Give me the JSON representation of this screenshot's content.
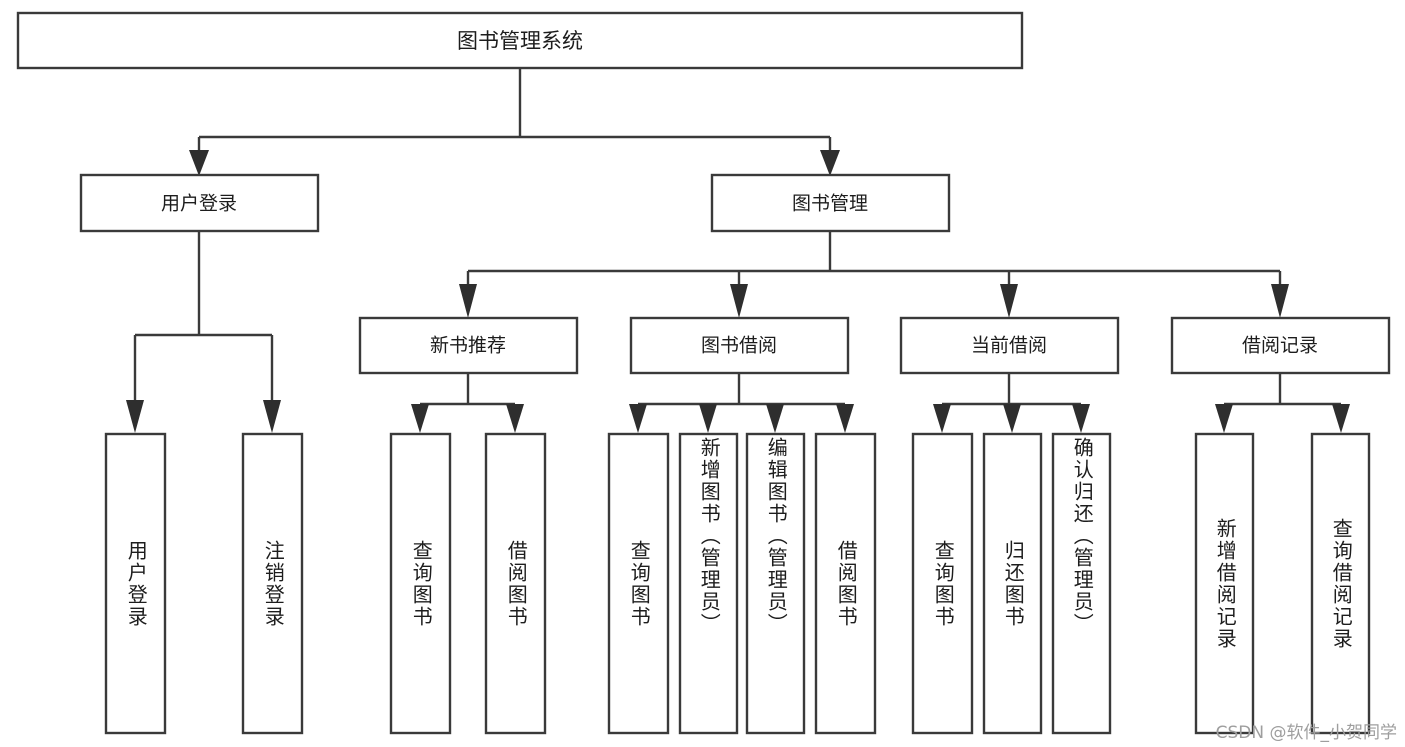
{
  "diagram": {
    "kind": "function-structure-tree",
    "root": {
      "id": "root",
      "label": "图书管理系统"
    },
    "level1": [
      {
        "id": "user-login",
        "label": "用户登录"
      },
      {
        "id": "book-manage",
        "label": "图书管理"
      }
    ],
    "level2": [
      {
        "id": "new-book-recommend",
        "label": "新书推荐",
        "parent": "book-manage"
      },
      {
        "id": "book-borrow",
        "label": "图书借阅",
        "parent": "book-manage"
      },
      {
        "id": "current-borrow",
        "label": "当前借阅",
        "parent": "book-manage"
      },
      {
        "id": "borrow-record",
        "label": "借阅记录",
        "parent": "book-manage"
      }
    ],
    "leaves": [
      {
        "id": "leaf-user-login",
        "label": "用户登录",
        "parent": "user-login"
      },
      {
        "id": "leaf-logout",
        "label": "注销登录",
        "parent": "user-login"
      },
      {
        "id": "leaf-query-book-1",
        "label": "查询图书",
        "parent": "new-book-recommend"
      },
      {
        "id": "leaf-borrow-book-1",
        "label": "借阅图书",
        "parent": "new-book-recommend"
      },
      {
        "id": "leaf-query-book-2",
        "label": "查询图书",
        "parent": "book-borrow"
      },
      {
        "id": "leaf-add-book",
        "label": "新增图书（管理员）",
        "parent": "book-borrow"
      },
      {
        "id": "leaf-edit-book",
        "label": "编辑图书（管理员）",
        "parent": "book-borrow"
      },
      {
        "id": "leaf-borrow-book-2",
        "label": "借阅图书",
        "parent": "book-borrow"
      },
      {
        "id": "leaf-query-book-3",
        "label": "查询图书",
        "parent": "current-borrow"
      },
      {
        "id": "leaf-return-book",
        "label": "归还图书",
        "parent": "current-borrow"
      },
      {
        "id": "leaf-confirm-return",
        "label": "确认归还（管理员）",
        "parent": "current-borrow"
      },
      {
        "id": "leaf-add-record",
        "label": "新增借阅记录",
        "parent": "borrow-record"
      },
      {
        "id": "leaf-query-record",
        "label": "查询借阅记录",
        "parent": "borrow-record"
      }
    ],
    "watermark": "CSDN @软件_小贺同学",
    "colors": {
      "background": "#ffffff",
      "box_border": "#3a3a3a",
      "box_fill": "#ffffff",
      "connector": "#3a3a3a",
      "text": "#1d1d1d",
      "watermark": "#9e9e9e"
    }
  }
}
